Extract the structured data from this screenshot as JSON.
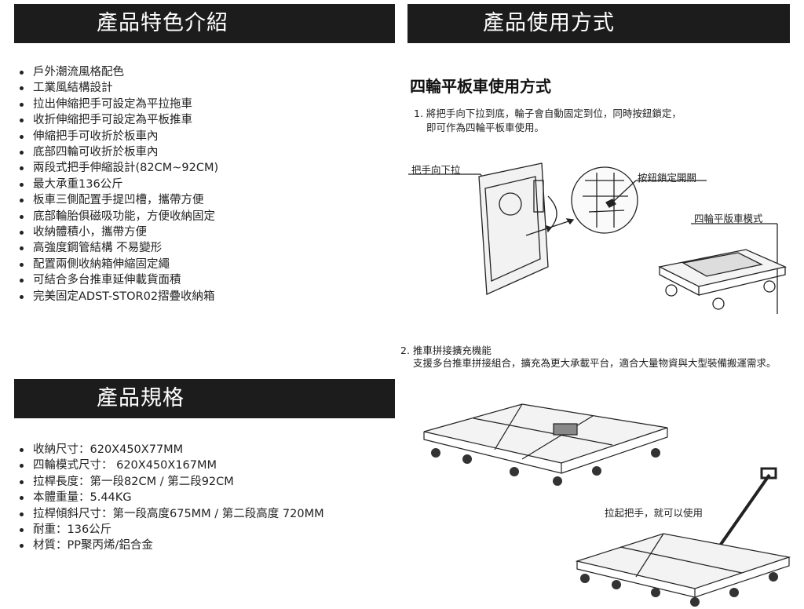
{
  "features": {
    "title": "產品特色介紹",
    "items": [
      "戶外潮流風格配色",
      "工業風結構設計",
      "拉出伸縮把手可設定為平拉拖車",
      "收折伸縮把手可設定為平板推車",
      "伸縮把手可收折於板車內",
      "底部四輪可收折於板車內",
      "兩段式把手伸縮設計(82CM~92CM)",
      "最大承重136公斤",
      "板車三側配置手提凹槽，攜帶方便",
      "底部輪胎俱磁吸功能，方便收納固定",
      "收納體積小，攜帶方便",
      "高強度鋼管結構 不易變形",
      "配置兩側收納箱伸縮固定繩",
      "可結合多台推車延伸載貨面積",
      "完美固定ADST-STOR02摺疊收納箱"
    ]
  },
  "specs": {
    "title": "產品規格",
    "items": [
      "收納尺寸：620X450X77MM",
      "四輪模式尺寸： 620X450X167MM",
      "拉桿長度：第一段82CM / 第二段92CM",
      "本體重量：5.44KG",
      "拉桿傾斜尺寸：第一段高度675MM / 第二段高度 720MM",
      "耐重：136公斤",
      "材質：PP聚丙烯/鋁合金"
    ]
  },
  "usage": {
    "title": "產品使用方式",
    "subtitle": "四輪平板車使用方式",
    "step1_line1": "1. 將把手向下拉到底，輪子會自動固定到位，同時按鈕鎖定，",
    "step1_line2": "即可作為四輪平板車使用。",
    "label_pull": "把手向下拉",
    "label_lock": "按鈕鎖定開關",
    "label_mode": "四輪平版車模式",
    "step2_line1": "2. 推車拼接擴充機能",
    "step2_line2": "支援多台推車拼接組合，擴充為更大承載平台，適合大量物資與大型裝備搬運需求。",
    "label_handle": "拉起把手，就可以使用"
  }
}
